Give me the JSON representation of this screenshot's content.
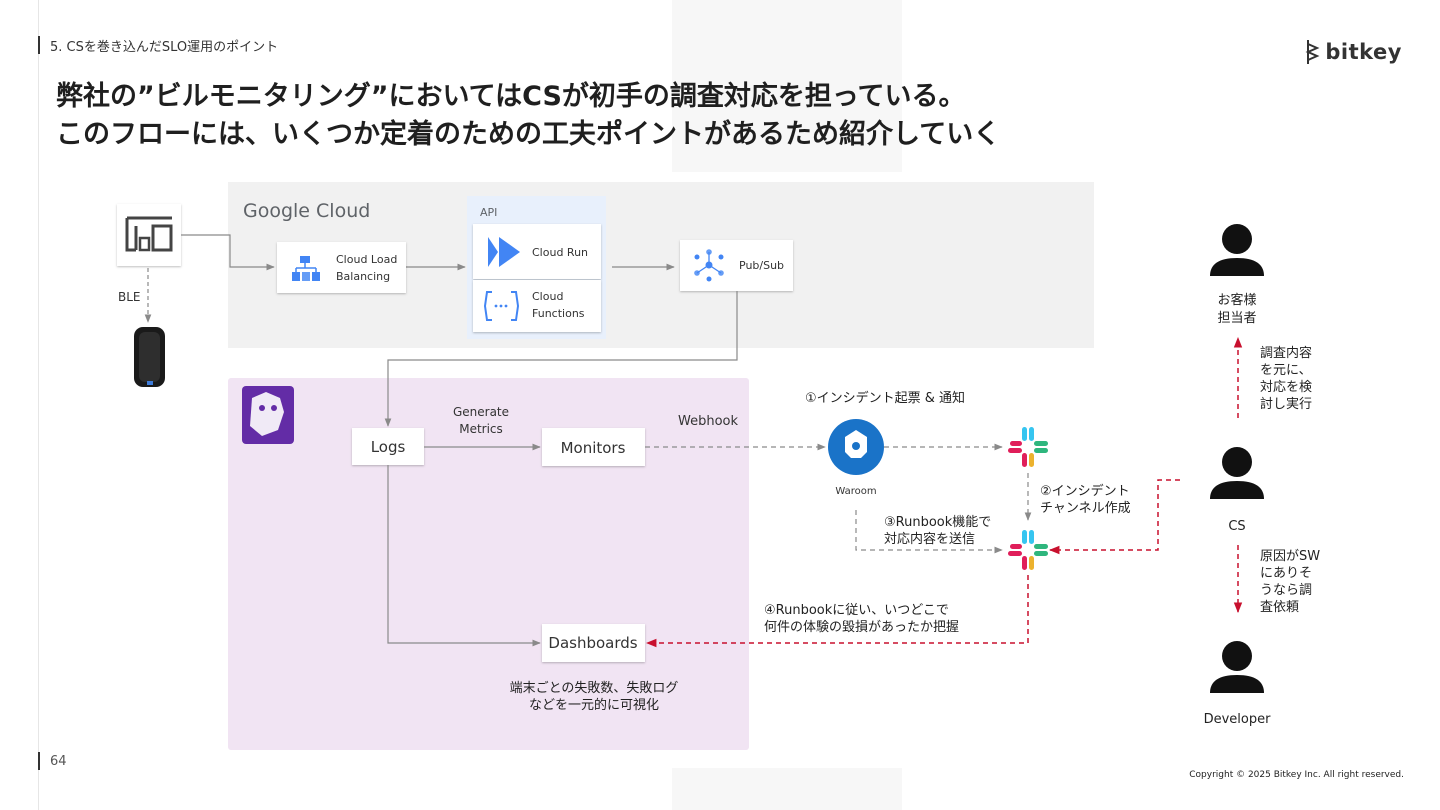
{
  "header": {
    "section": "5. CSを巻き込んだSLO運用のポイント",
    "brand": "bitkey",
    "title_line1": "弊社の”ビルモニタリング”においてはCSが初手の調査対応を担っている。",
    "title_line2": "このフローには、いくつか定着のための工夫ポイントがあるため紹介していく"
  },
  "diagram": {
    "google_cloud": {
      "label": "Google Cloud"
    },
    "api_group": "API",
    "nodes": {
      "ble": "BLE",
      "cloud_lb_1": "Cloud Load",
      "cloud_lb_2": "Balancing",
      "cloud_run": "Cloud Run",
      "cloud_functions_1": "Cloud",
      "cloud_functions_2": "Functions",
      "pubsub": "Pub/Sub",
      "logs": "Logs",
      "generate_metrics_1": "Generate",
      "generate_metrics_2": "Metrics",
      "monitors": "Monitors",
      "webhook": "Webhook",
      "dashboards": "Dashboards",
      "waroom": "Waroom"
    },
    "annotations": {
      "step1": "①インシデント起票 & 通知",
      "step2_1": "②インシデント",
      "step2_2": "チャンネル作成",
      "step3_1": "③Runbook機能で",
      "step3_2": "対応内容を送信",
      "step4_1": "④Runbookに従い、いつどこで",
      "step4_2": "何件の体験の毀損があったか把握",
      "dash_note_1": "端末ごとの失敗数、失敗ログ",
      "dash_note_2": "などを一元的に可視化"
    },
    "people": {
      "customer_1": "お客様",
      "customer_2": "担当者",
      "cs": "CS",
      "developer": "Developer",
      "up_note": [
        "調査内容",
        "を元に、",
        "対応を検",
        "討し実行"
      ],
      "down_note": [
        "原因がSW",
        "にありそ",
        "うなら調",
        "査依頼"
      ]
    }
  },
  "footer": {
    "page": "64",
    "copyright": "Copyright © 2025 Bitkey Inc. All right reserved."
  },
  "colors": {
    "gcp_bg": "#f1f1f1",
    "api_bg": "#e8f0fc",
    "datadog_bg": "#f1e4f3",
    "alert_red": "#c8102e",
    "datadog_purple": "#632ca6",
    "waroom_blue": "#1a73c8"
  }
}
